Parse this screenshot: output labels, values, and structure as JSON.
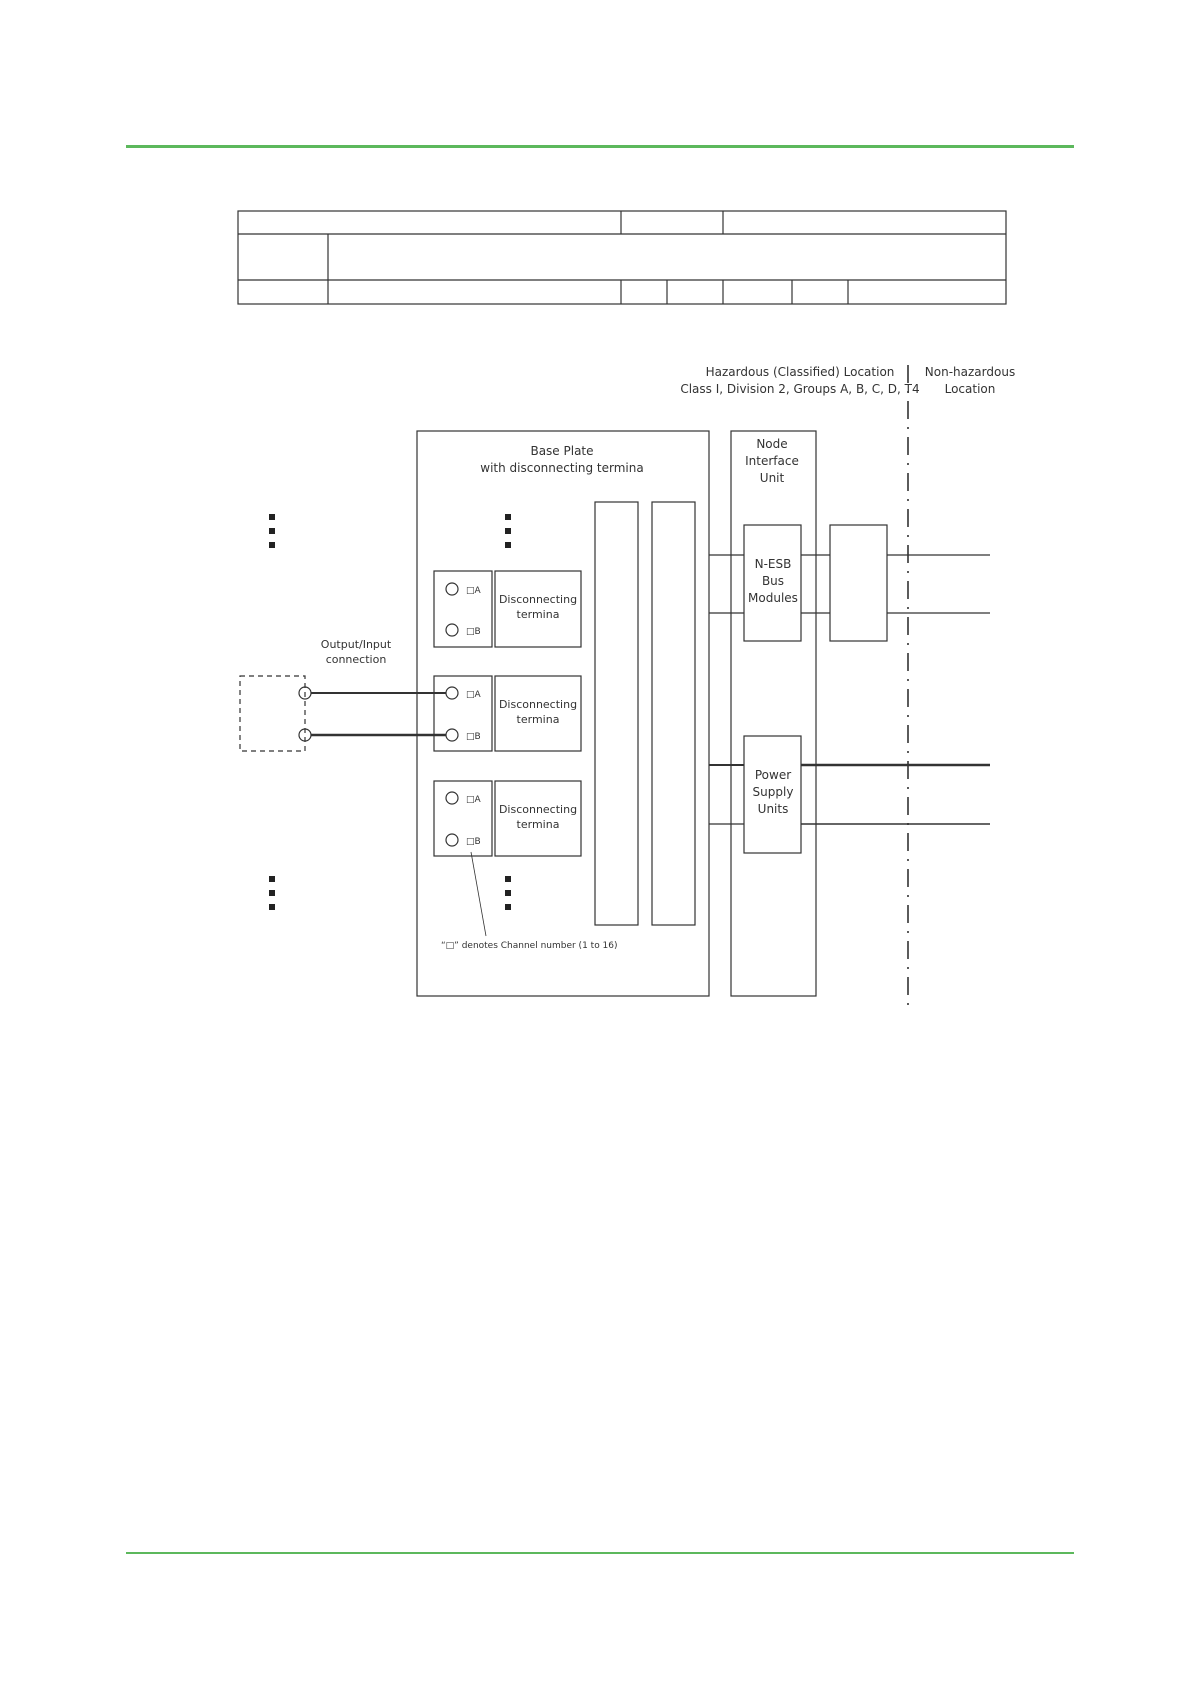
{
  "colors": {
    "rule": "#5cb85c",
    "line": "#333333",
    "text": "#333333"
  },
  "header_table": {
    "rows": [
      [
        "",
        "",
        ""
      ],
      [
        ""
      ],
      [
        "",
        "",
        "",
        "",
        "",
        ""
      ]
    ]
  },
  "diagram": {
    "hazardous_location": [
      "Hazardous (Classified) Location",
      "Class I, Division 2, Groups A, B, C, D, T4"
    ],
    "nonhazardous_location": [
      "Non-hazardous",
      "Location"
    ],
    "base_plate": [
      "Base Plate",
      "with disconnecting termina"
    ],
    "node_interface_unit": [
      "Node",
      "Interface",
      "Unit"
    ],
    "nesb": [
      "N-ESB",
      "Bus",
      "Modules"
    ],
    "power_supply": [
      "Power",
      "Supply",
      "Units"
    ],
    "output_input": [
      "Output/Input",
      "connection"
    ],
    "disconnect_label": [
      "Disconnecting",
      "termina"
    ],
    "terminal_a": "□A",
    "terminal_b": "□B",
    "footnote": "“□” denotes Channel number (1 to 16)"
  }
}
